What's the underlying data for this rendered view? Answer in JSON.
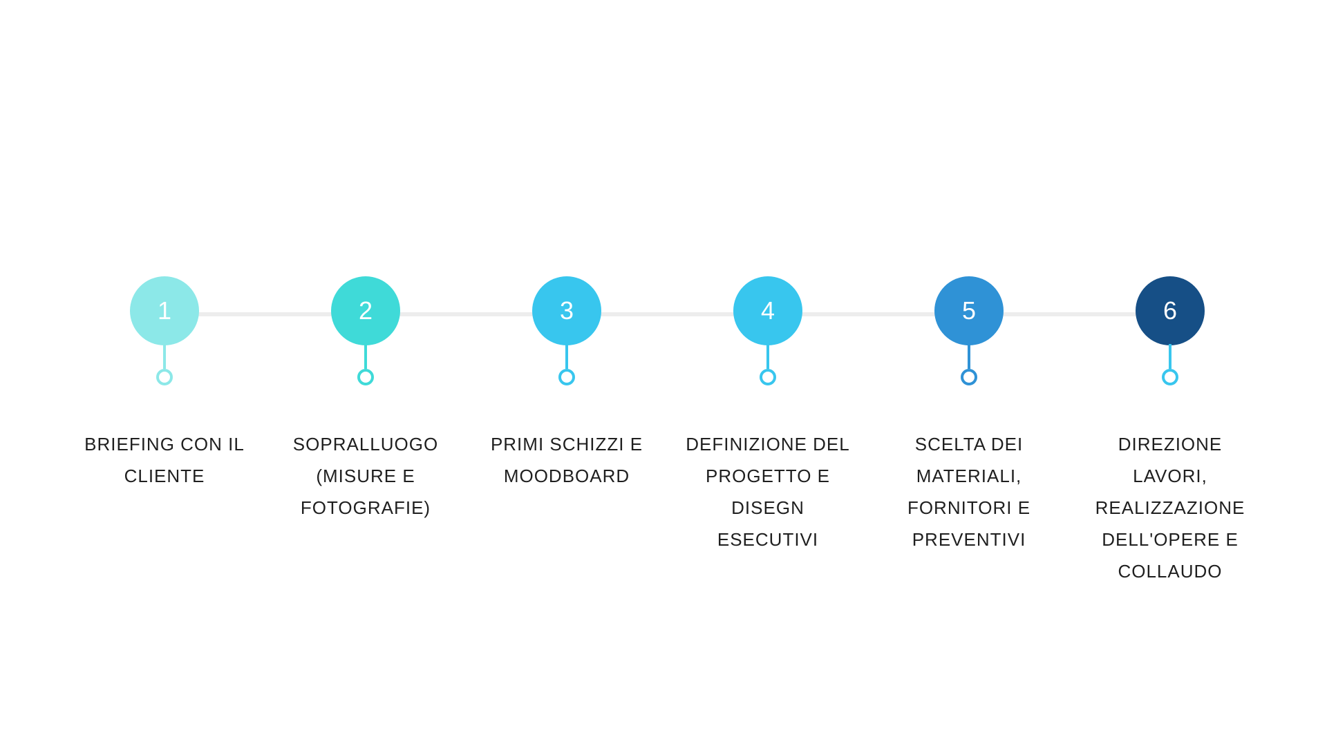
{
  "steps": [
    {
      "number": "1",
      "label": "BRIEFING CON IL\nCLIENTE",
      "color": "#8ce8e8",
      "connector_color": "#8ce8e8"
    },
    {
      "number": "2",
      "label": "SOPRALLUOGO\n(MISURE E\nFOTOGRAFIE)",
      "color": "#3fdad8",
      "connector_color": "#3fdad8"
    },
    {
      "number": "3",
      "label": "PRIMI SCHIZZI E\nMOODBOARD",
      "color": "#38c6ee",
      "connector_color": "#38c6ee"
    },
    {
      "number": "4",
      "label": "DEFINIZIONE DEL\nPROGETTO E\nDISEGN ESECUTIVI",
      "color": "#38c6ee",
      "connector_color": "#38c6ee"
    },
    {
      "number": "5",
      "label": "SCELTA DEI\nMATERIALI,\nFORNITORI E\nPREVENTIVI",
      "color": "#2f92d6",
      "connector_color": "#2f92d6"
    },
    {
      "number": "6",
      "label": "DIREZIONE\nLAVORI,\nREALIZZAZIONE\nDELL'OPERE E\nCOLLAUDO",
      "color": "#164f86",
      "connector_color": "#38c6ee"
    }
  ],
  "line_color": "#ededed"
}
